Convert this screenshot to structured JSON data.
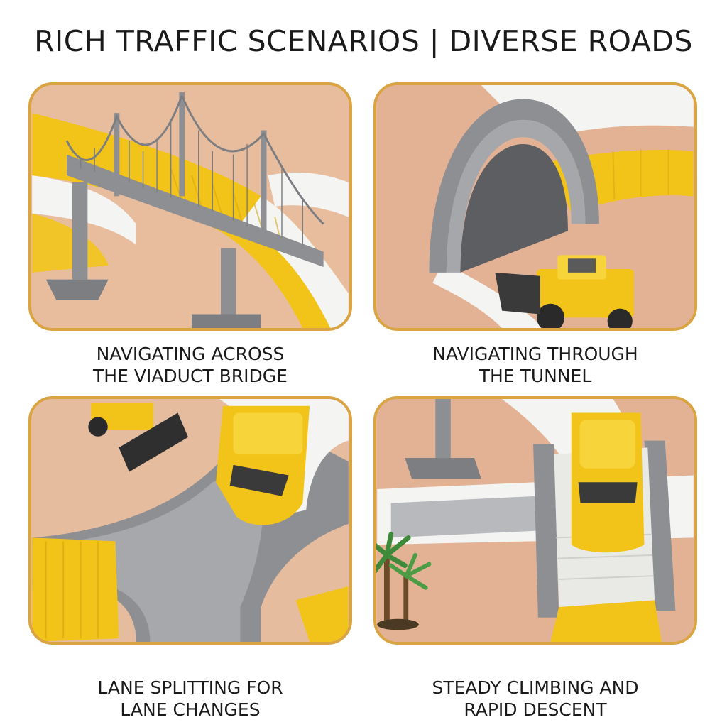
{
  "header": {
    "title": "RICH TRAFFIC SCENARIOS | DIVERSE ROADS"
  },
  "panels": [
    {
      "caption_line1": "NAVIGATING ACROSS",
      "caption_line2": "THE VIADUCT BRIDGE",
      "image": "viaduct-bridge-photo"
    },
    {
      "caption_line1": "NAVIGATING THROUGH",
      "caption_line2": "THE TUNNEL",
      "image": "tunnel-photo"
    },
    {
      "caption_line1": "LANE SPLITTING FOR",
      "caption_line2": "LANE CHANGES",
      "image": "lane-split-photo"
    },
    {
      "caption_line1": "STEADY CLIMBING AND",
      "caption_line2": "RAPID DESCENT",
      "image": "ramp-climb-photo"
    }
  ],
  "colors": {
    "panel_border": "#d9a441",
    "background": "#e6b99a",
    "track_yellow": "#f2c419",
    "track_white": "#f4f4f2",
    "gray_plastic": "#8e8f93",
    "text": "#1a1a1a"
  }
}
